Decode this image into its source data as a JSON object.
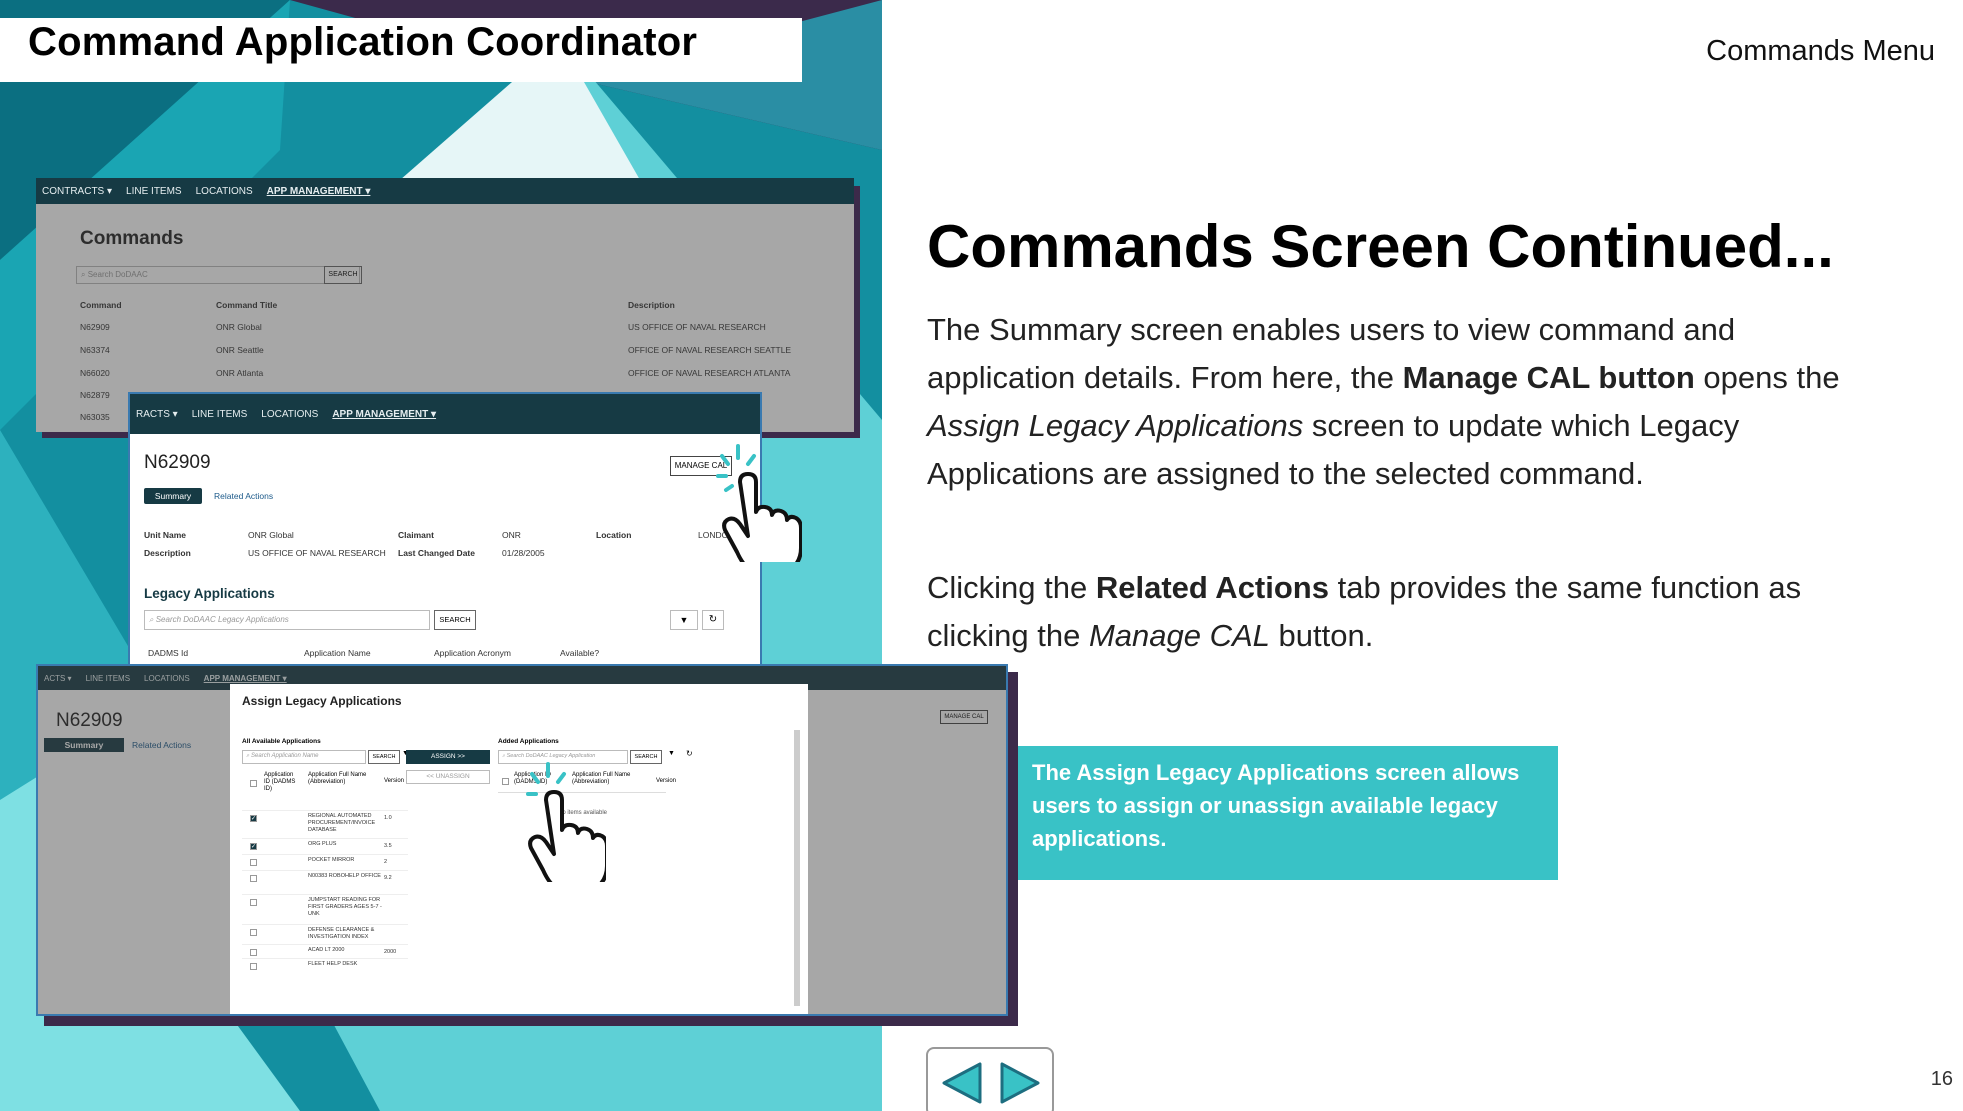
{
  "header": {
    "title": "Command Application Coordinator",
    "menu_link": "Commands Menu"
  },
  "main": {
    "heading": "Commands Screen Continued...",
    "para1": {
      "t1": "The Summary screen enables users to view command and application details. From here, the ",
      "b1": "Manage CAL button",
      "t2": " opens the ",
      "i1": "Assign Legacy Applications",
      "t3": " screen to update which Legacy Applications are assigned to the selected command."
    },
    "para2": {
      "t1": "Clicking the ",
      "b1": "Related Actions",
      "t2": " tab provides the same function as clicking the ",
      "i1": "Manage CAL",
      "t3": " button."
    },
    "note": "The Assign Legacy Applications screen allows users to assign or unassign available legacy applications.",
    "page_number": "16"
  },
  "shot1": {
    "nav": [
      "CONTRACTS ▾",
      "LINE ITEMS",
      "LOCATIONS",
      "APP MANAGEMENT ▾"
    ],
    "title": "Commands",
    "search_placeholder": "Search DoDAAC",
    "search_btn": "SEARCH",
    "cols": [
      "Command",
      "Command Title",
      "Description"
    ],
    "rows": [
      [
        "N62909",
        "ONR Global",
        "US OFFICE OF NAVAL RESEARCH"
      ],
      [
        "N63374",
        "ONR Seattle",
        "OFFICE OF NAVAL RESEARCH SEATTLE"
      ],
      [
        "N66020",
        "ONR Atlanta",
        "OFFICE OF NAVAL RESEARCH ATLANTA"
      ],
      [
        "N62879",
        "",
        ""
      ],
      [
        "N63035",
        "",
        ""
      ]
    ]
  },
  "shot2": {
    "nav": [
      "RACTS ▾",
      "LINE ITEMS",
      "LOCATIONS",
      "APP MANAGEMENT ▾"
    ],
    "title": "N62909",
    "manage_btn": "MANAGE CAL",
    "tabs": [
      "Summary",
      "Related Actions"
    ],
    "fields": {
      "unit_name_l": "Unit Name",
      "unit_name_v": "ONR Global",
      "claimant_l": "Claimant",
      "claimant_v": "ONR",
      "location_l": "Location",
      "location_v": "LONDON",
      "desc_l": "Description",
      "desc_v": "US OFFICE OF NAVAL RESEARCH",
      "changed_l": "Last Changed Date",
      "changed_v": "01/28/2005"
    },
    "legacy_title": "Legacy Applications",
    "legacy_search": "Search DoDAAC Legacy Applications",
    "search_btn": "SEARCH",
    "cols": [
      "DADMS Id",
      "Application Name",
      "Application Acronym",
      "Available?"
    ]
  },
  "shot3": {
    "nav": [
      "ACTS ▾",
      "LINE ITEMS",
      "LOCATIONS",
      "APP MANAGEMENT ▾"
    ],
    "title": "N62909",
    "tabs": [
      "Summary",
      "Related Actions"
    ],
    "manage_btn": "MANAGE CAL",
    "modal_title": "Assign Legacy Applications",
    "left_title": "All Available Applications",
    "left_search": "Search Application Name",
    "search_btn": "SEARCH",
    "left_cols": [
      "Application ID (DADMS ID)",
      "Application Full Name (Abbreviation)",
      "Version"
    ],
    "left_rows": [
      {
        "name": "REGIONAL AUTOMATED PROCUREMENT/INVOICE DATABASE",
        "ver": "1.0",
        "checked": true
      },
      {
        "name": "ORG PLUS",
        "ver": "3.5",
        "checked": true
      },
      {
        "name": "POCKET MIRROR",
        "ver": "2",
        "checked": false
      },
      {
        "name": "N00383 ROBOHELP OFFICE",
        "ver": "9.2",
        "checked": false
      },
      {
        "name": "JUMPSTART READING FOR FIRST GRADERS AGES 5-7 - UNK",
        "ver": "",
        "checked": false
      },
      {
        "name": "DEFENSE CLEARANCE & INVESTIGATION INDEX",
        "ver": "",
        "checked": false
      },
      {
        "name": "ACAD LT 2000",
        "ver": "2000",
        "checked": false
      },
      {
        "name": "FLEET HELP DESK",
        "ver": "",
        "checked": false
      }
    ],
    "assign_btn": "ASSIGN >>",
    "unassign_btn": "<< UNASSIGN",
    "right_title": "Added Applications",
    "right_search": "Search DoDAAC Legacy Application",
    "right_cols": [
      "Application ID (DADMS ID)",
      "Application Full Name (Abbreviation)",
      "Version"
    ],
    "empty": "No items available"
  },
  "colors": {
    "teal": "#39c2c6",
    "navy": "#163a44",
    "purple": "#3c2a4a"
  },
  "icons": [
    "hand-pointer-icon",
    "prev-arrow-icon",
    "next-arrow-icon",
    "search-icon",
    "filter-icon",
    "refresh-icon"
  ]
}
